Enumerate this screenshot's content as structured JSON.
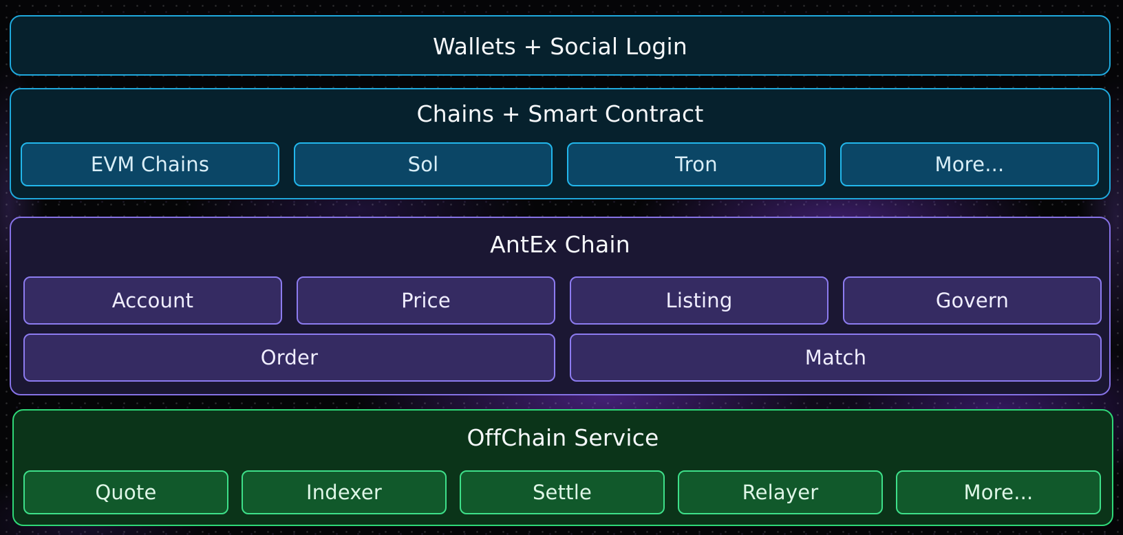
{
  "wallets_layer": {
    "title": "Wallets + Social Login"
  },
  "chains_layer": {
    "title": "Chains + Smart Contract",
    "items": [
      "EVM Chains",
      "Sol",
      "Tron",
      "More..."
    ]
  },
  "antex_layer": {
    "title": "AntEx Chain",
    "items_row1": [
      "Account",
      "Price",
      "Listing",
      "Govern"
    ],
    "items_row2": [
      "Order",
      "Match"
    ]
  },
  "offchain_layer": {
    "title": "OffChain Service",
    "items": [
      "Quote",
      "Indexer",
      "Settle",
      "Relayer",
      "More..."
    ]
  },
  "colors": {
    "blue_layer": "#1fa9dd",
    "purple_layer": "#8672e6",
    "green_layer": "#2fd978",
    "background": "#050507"
  }
}
